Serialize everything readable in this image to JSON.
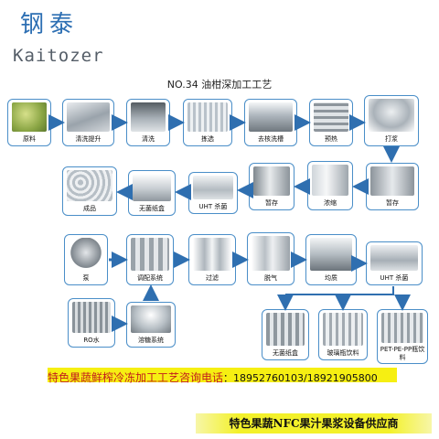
{
  "logo": {
    "cn": "钢泰",
    "en": "Kaitozer"
  },
  "title": "NO.34  油柑深加工工艺",
  "steps": {
    "raw": {
      "label": "原料"
    },
    "wash_lift": {
      "label": "清洗提升"
    },
    "wash": {
      "label": "清洗"
    },
    "sort": {
      "label": "拣选"
    },
    "core": {
      "label": "去核洗槽"
    },
    "preheat": {
      "label": "预热"
    },
    "pulp": {
      "label": "打浆"
    },
    "store1": {
      "label": "暂存"
    },
    "concentrate": {
      "label": "浓缩"
    },
    "store2": {
      "label": "暂存"
    },
    "uht1": {
      "label": "UHT 杀菌"
    },
    "aseptic1": {
      "label": "无菌纸盒"
    },
    "product": {
      "label": "成品"
    },
    "pump": {
      "label": "泵"
    },
    "blend": {
      "label": "调配系统"
    },
    "filter": {
      "label": "过滤"
    },
    "degas": {
      "label": "脱气"
    },
    "homogenize": {
      "label": "均质"
    },
    "uht2": {
      "label": "UHT 杀菌"
    },
    "aseptic2": {
      "label": "无菌纸盒"
    },
    "glass": {
      "label": "玻璃瓶饮料"
    },
    "pet": {
      "label": "PET-PE-PP瓶饮料"
    },
    "ro": {
      "label": "RO水"
    },
    "sugar": {
      "label": "溶糖系统"
    }
  },
  "hotline": {
    "label": "特色果蔬鲜榨冷冻加工工艺咨询电话",
    "phones": "：18952760103/18921905800"
  },
  "banner": "特色果蔬NFC果汁果浆设备供应商",
  "colors": {
    "accent": "#4a8ec8",
    "arrow": "#2f6fb0",
    "highlight": "#f6ef12",
    "logo": "#2d6fb3"
  }
}
